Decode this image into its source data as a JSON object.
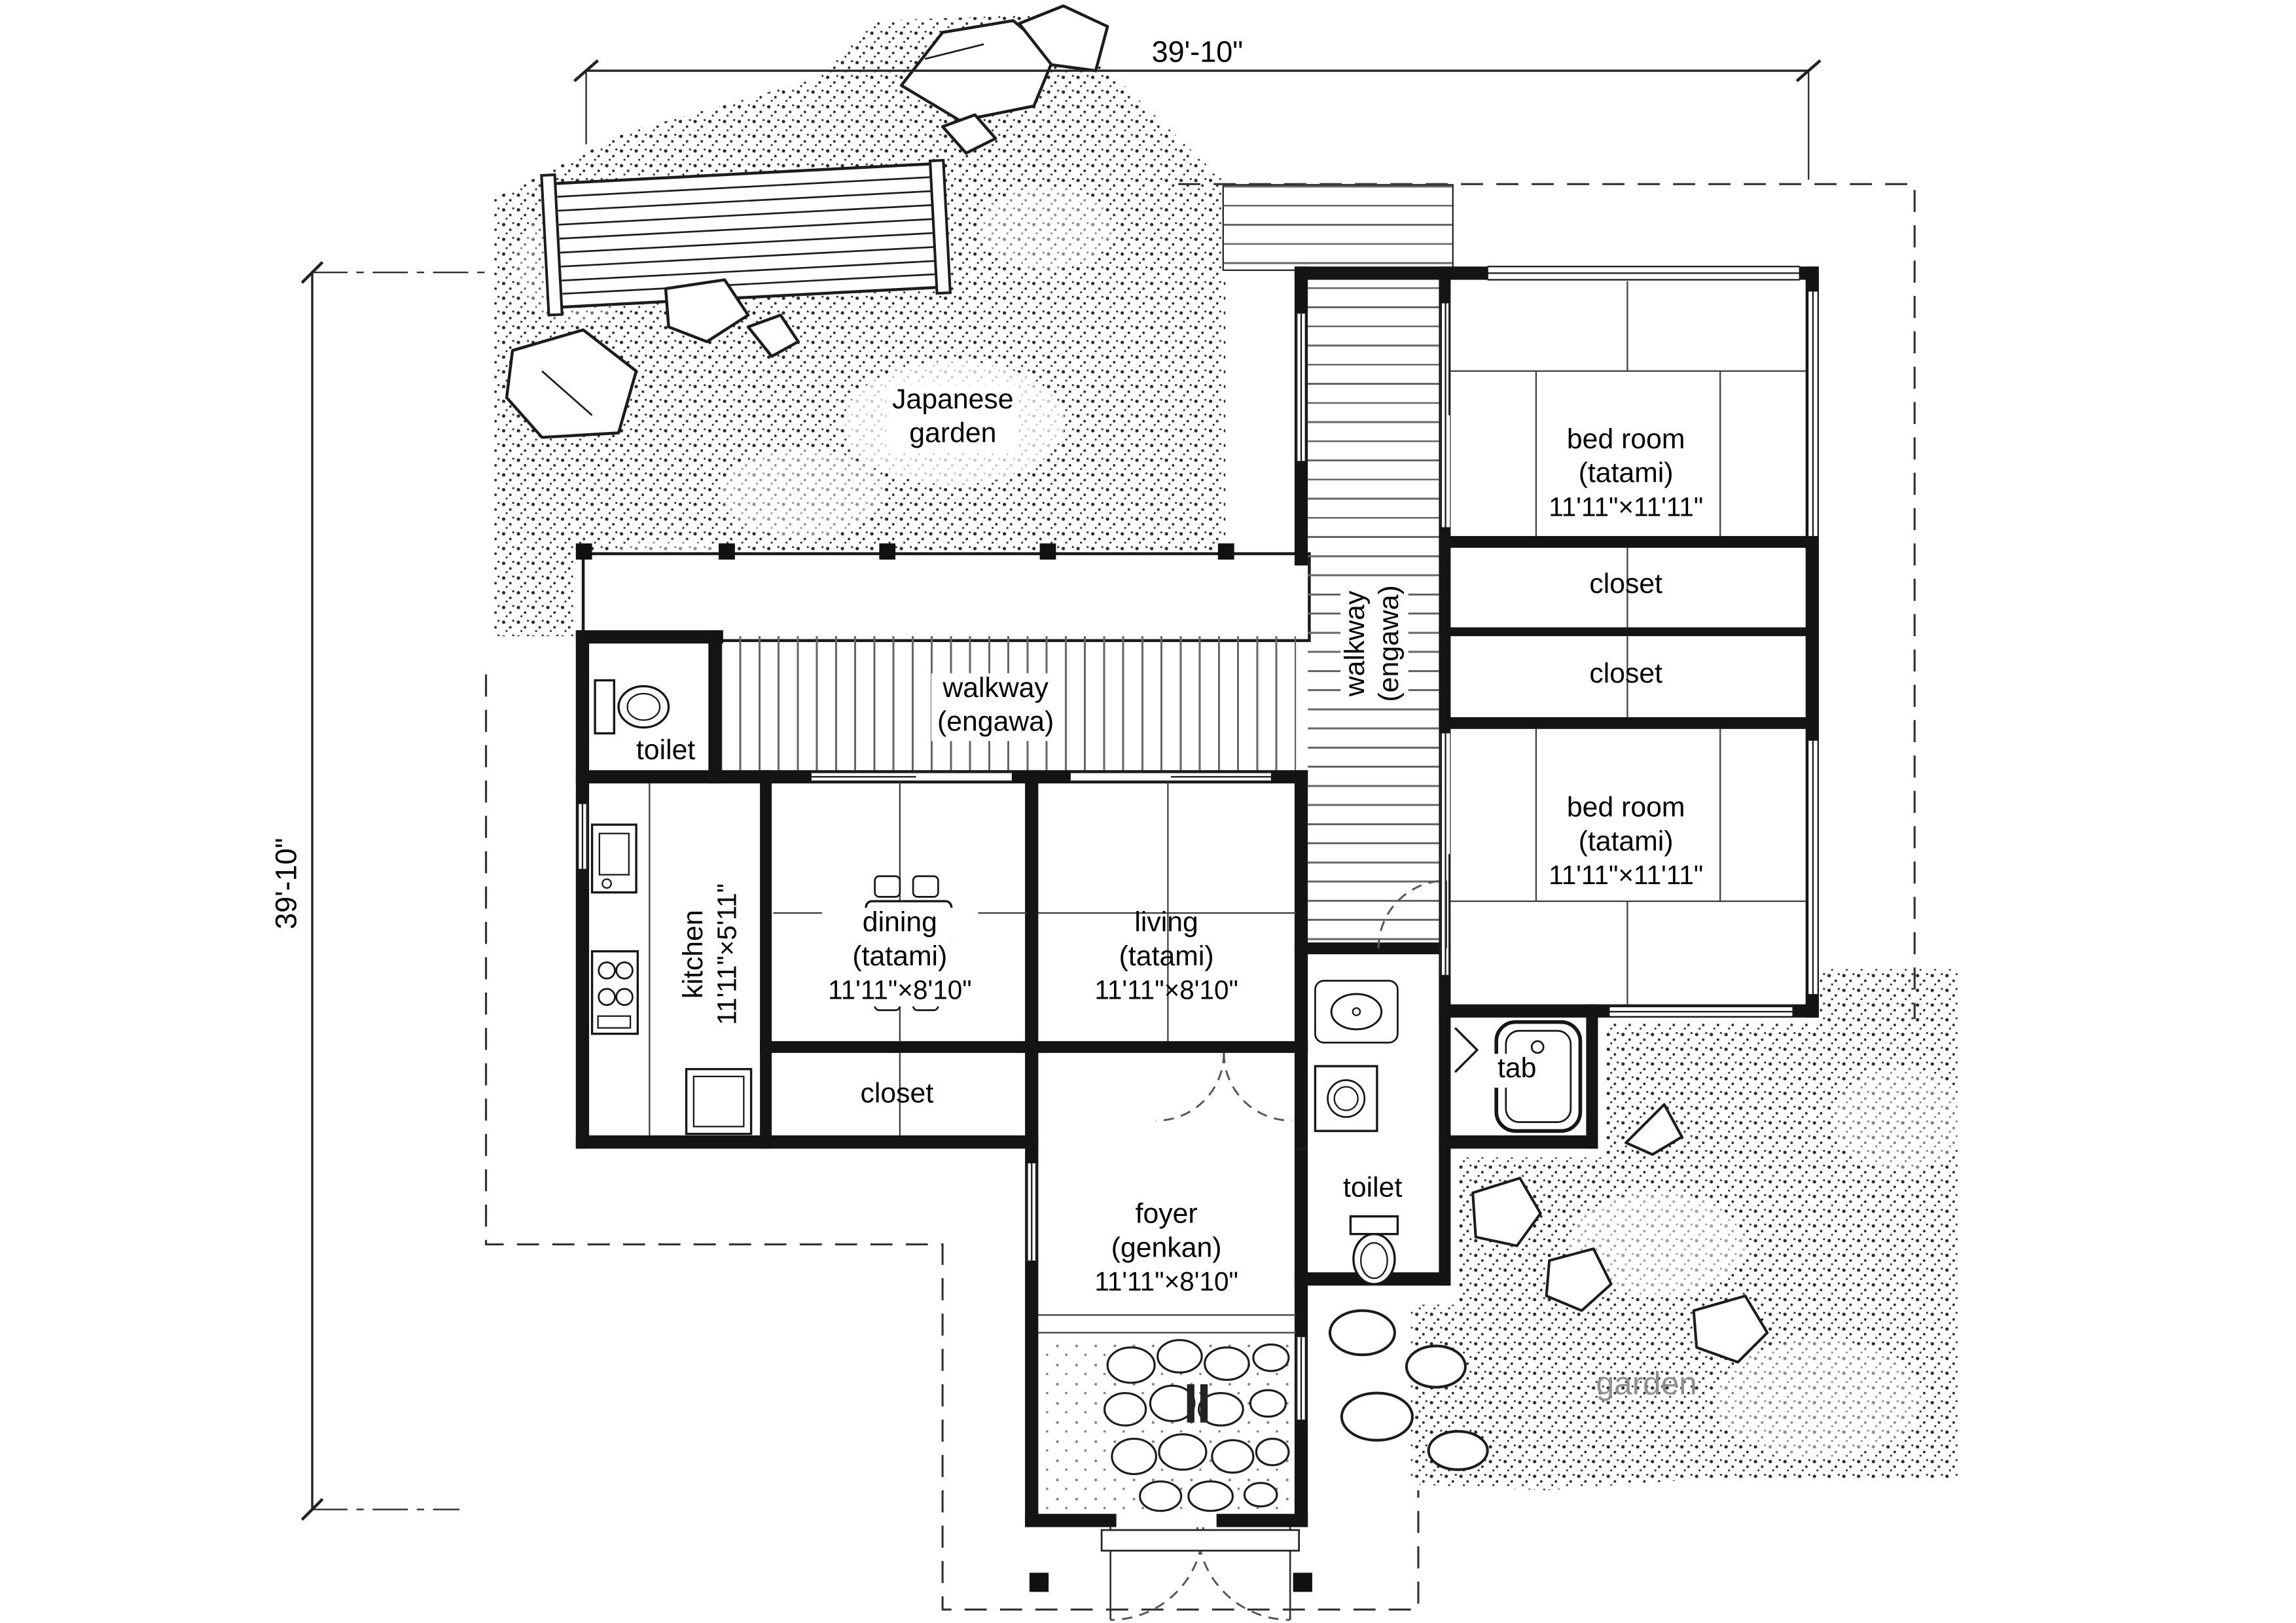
{
  "dim": {
    "top": "39'-10\"",
    "left": "39'-10\""
  },
  "garden_top": {
    "l1": "Japanese",
    "l2": "garden"
  },
  "walkway_h": {
    "l1": "walkway",
    "l2": "(engawa)"
  },
  "walkway_v": {
    "l1": "walkway",
    "l2": "(engawa)"
  },
  "bedroom1": {
    "l1": "bed room",
    "l2": "(tatami)",
    "size": "11'11\"×11'11\""
  },
  "closet1": {
    "label": "closet"
  },
  "closet2": {
    "label": "closet"
  },
  "bedroom2": {
    "l1": "bed room",
    "l2": "(tatami)",
    "size": "11'11\"×11'11\""
  },
  "toilet_upper": {
    "label": "toilet"
  },
  "kitchen": {
    "label": "kitchen",
    "size": "11'11\"×5'11\""
  },
  "dining": {
    "l1": "dining",
    "l2": "(tatami)",
    "size": "11'11\"×8'10\""
  },
  "living": {
    "l1": "living",
    "l2": "(tatami)",
    "size": "11'11\"×8'10\""
  },
  "closet3": {
    "label": "closet"
  },
  "foyer": {
    "l1": "foyer",
    "l2": "(genkan)",
    "size": "11'11\"×8'10\""
  },
  "toilet_lower": {
    "label": "toilet"
  },
  "bath": {
    "label": "tab"
  },
  "garden_br": {
    "label": "garden"
  }
}
